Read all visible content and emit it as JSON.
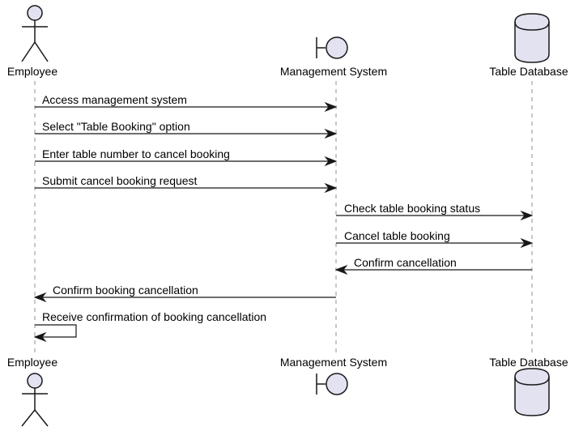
{
  "participants": [
    {
      "id": "employee",
      "label": "Employee",
      "kind": "actor"
    },
    {
      "id": "system",
      "label": "Management System",
      "kind": "boundary"
    },
    {
      "id": "db",
      "label": "Table Database",
      "kind": "database"
    }
  ],
  "messages": [
    {
      "from": "employee",
      "to": "system",
      "label": "Access management system"
    },
    {
      "from": "employee",
      "to": "system",
      "label": "Select \"Table Booking\" option"
    },
    {
      "from": "employee",
      "to": "system",
      "label": "Enter table number to cancel booking"
    },
    {
      "from": "employee",
      "to": "system",
      "label": "Submit cancel booking request"
    },
    {
      "from": "system",
      "to": "db",
      "label": "Check table booking status"
    },
    {
      "from": "system",
      "to": "db",
      "label": "Cancel table booking"
    },
    {
      "from": "db",
      "to": "system",
      "label": "Confirm cancellation"
    },
    {
      "from": "system",
      "to": "employee",
      "label": "Confirm booking cancellation"
    },
    {
      "from": "employee",
      "to": "employee",
      "label": "Receive confirmation of booking cancellation"
    }
  ],
  "colors": {
    "participant_fill": "#e2e2f0",
    "stroke": "#181818",
    "lifeline": "#909090"
  }
}
